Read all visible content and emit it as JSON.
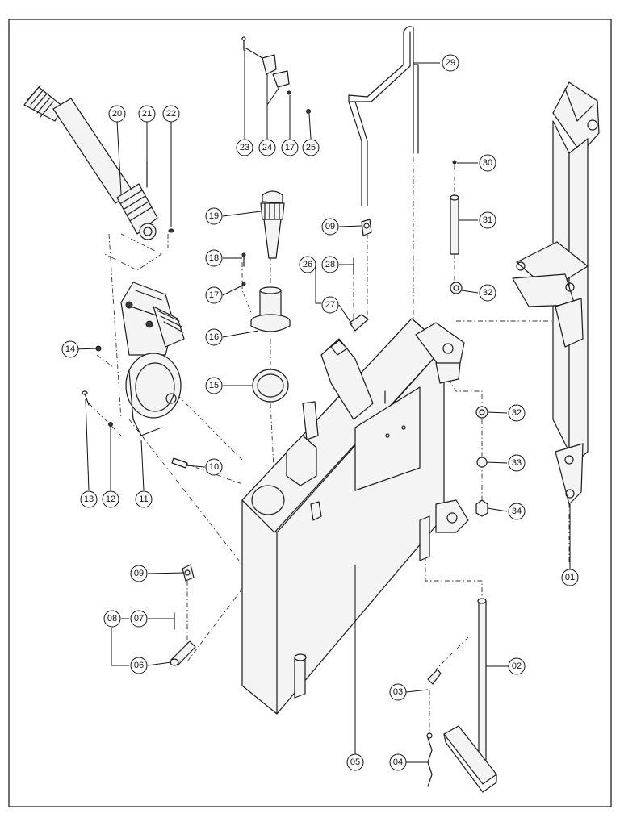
{
  "diagram": {
    "callouts": [
      {
        "id": "01",
        "label": "01"
      },
      {
        "id": "02",
        "label": "02"
      },
      {
        "id": "03",
        "label": "03"
      },
      {
        "id": "04",
        "label": "04"
      },
      {
        "id": "05",
        "label": "05"
      },
      {
        "id": "06",
        "label": "06"
      },
      {
        "id": "07",
        "label": "07"
      },
      {
        "id": "08",
        "label": "08"
      },
      {
        "id": "09a",
        "label": "09"
      },
      {
        "id": "09b",
        "label": "09"
      },
      {
        "id": "10",
        "label": "10"
      },
      {
        "id": "11",
        "label": "11"
      },
      {
        "id": "12",
        "label": "12"
      },
      {
        "id": "13",
        "label": "13"
      },
      {
        "id": "14",
        "label": "14"
      },
      {
        "id": "15",
        "label": "15"
      },
      {
        "id": "16",
        "label": "16"
      },
      {
        "id": "17a",
        "label": "17"
      },
      {
        "id": "17b",
        "label": "17"
      },
      {
        "id": "18",
        "label": "18"
      },
      {
        "id": "19",
        "label": "19"
      },
      {
        "id": "20",
        "label": "20"
      },
      {
        "id": "21",
        "label": "21"
      },
      {
        "id": "22",
        "label": "22"
      },
      {
        "id": "23",
        "label": "23"
      },
      {
        "id": "24",
        "label": "24"
      },
      {
        "id": "25",
        "label": "25"
      },
      {
        "id": "26",
        "label": "26"
      },
      {
        "id": "27",
        "label": "27"
      },
      {
        "id": "28",
        "label": "28"
      },
      {
        "id": "29",
        "label": "29"
      },
      {
        "id": "30",
        "label": "30"
      },
      {
        "id": "31",
        "label": "31"
      },
      {
        "id": "32a",
        "label": "32"
      },
      {
        "id": "32b",
        "label": "32"
      },
      {
        "id": "33",
        "label": "33"
      },
      {
        "id": "34",
        "label": "34"
      }
    ]
  }
}
